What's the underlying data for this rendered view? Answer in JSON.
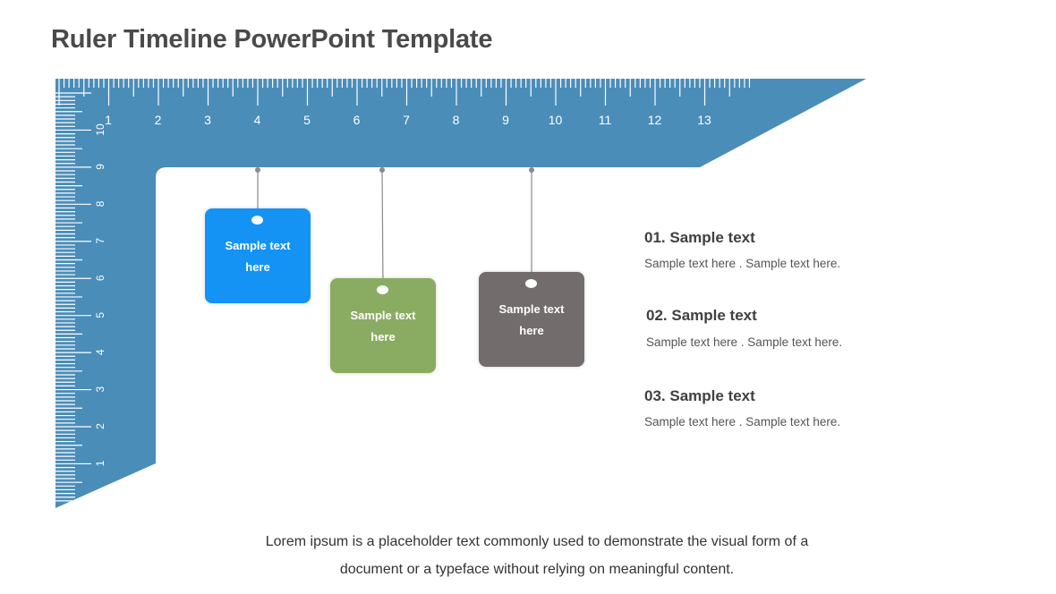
{
  "slide": {
    "title": "Ruler Timeline PowerPoint Template",
    "footer_line1": "Lorem ipsum is a placeholder text commonly used to demonstrate the visual form of a",
    "footer_line2": "document or a typeface without relying on meaningful content."
  },
  "ruler": {
    "color": "#4A8DB8",
    "tick_color": "#ffffff",
    "horizontal_labels": [
      "1",
      "2",
      "3",
      "4",
      "5",
      "6",
      "7",
      "8",
      "9",
      "10",
      "11",
      "12",
      "13"
    ],
    "vertical_labels": [
      "10",
      "9",
      "8",
      "7",
      "6",
      "5",
      "4",
      "3",
      "2",
      "1"
    ]
  },
  "tags": [
    {
      "label": "Sample text\nhere",
      "color": "#1493F5"
    },
    {
      "label": "Sample text\nhere",
      "color": "#8AAC62"
    },
    {
      "label": "Sample text\nhere",
      "color": "#736C6C"
    }
  ],
  "items": [
    {
      "title": "01. Sample text",
      "desc": "Sample text  here . Sample text here."
    },
    {
      "title": "02. Sample text",
      "desc": "Sample text  here . Sample text here."
    },
    {
      "title": "03. Sample text",
      "desc": "Sample text  here . Sample text here."
    }
  ]
}
